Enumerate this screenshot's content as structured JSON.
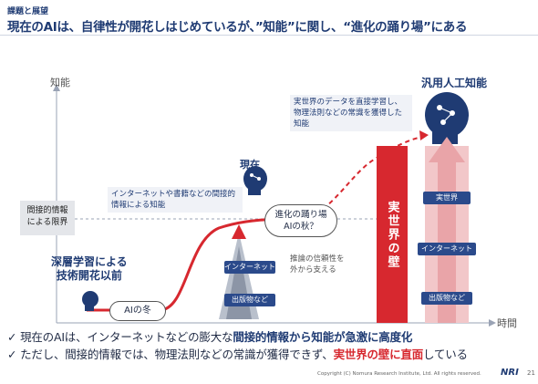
{
  "header": {
    "section": "課題と展望",
    "title": "現在のAIは、自律性が開花しはじめているが、”知能”に関し、“進化の踊り場”にある"
  },
  "axes": {
    "y_label": "知能",
    "x_label": "時間"
  },
  "diagram": {
    "limit_box": [
      "間接的情報",
      "による限界"
    ],
    "pre_dl": [
      "深層学習による",
      "技術開花以前"
    ],
    "ai_winter": "AIの冬",
    "now_label": "現在",
    "indirect_note": "インターネットや書籍などの間接的情報による知能",
    "leap_bubble": [
      "進化の踊り場",
      "AIの秋？"
    ],
    "chips_now": [
      "インターネット",
      "出版物など"
    ],
    "reasoning_note": [
      "推論の信頼性を",
      "外から支える"
    ],
    "wall": "実世界の壁",
    "agi_label": "汎用人工知能",
    "real_note": "実世界のデータを直接学習し、物理法則などの常識を獲得した知能",
    "chips_agi": [
      "実世界",
      "インターネット",
      "出版物など"
    ]
  },
  "bullets": [
    {
      "prefix": "現在のAIは、インターネットなどの膨大な",
      "highlight": "間接的情報から知能が急激に高度化",
      "suffix": ""
    },
    {
      "prefix": "ただし、間接的情報では、物理法則などの常識が獲得できず、",
      "highlight": "実世界の壁に直面",
      "suffix": "している"
    }
  ],
  "footer": {
    "copyright": "Copyright (C) Nomura Research Institute, Ltd. All rights reserved.",
    "logo": "NRI",
    "page": "21"
  },
  "colors": {
    "primary": "#1f3b73",
    "accent_red": "#d7282f",
    "chip": "#2b4a8b"
  }
}
